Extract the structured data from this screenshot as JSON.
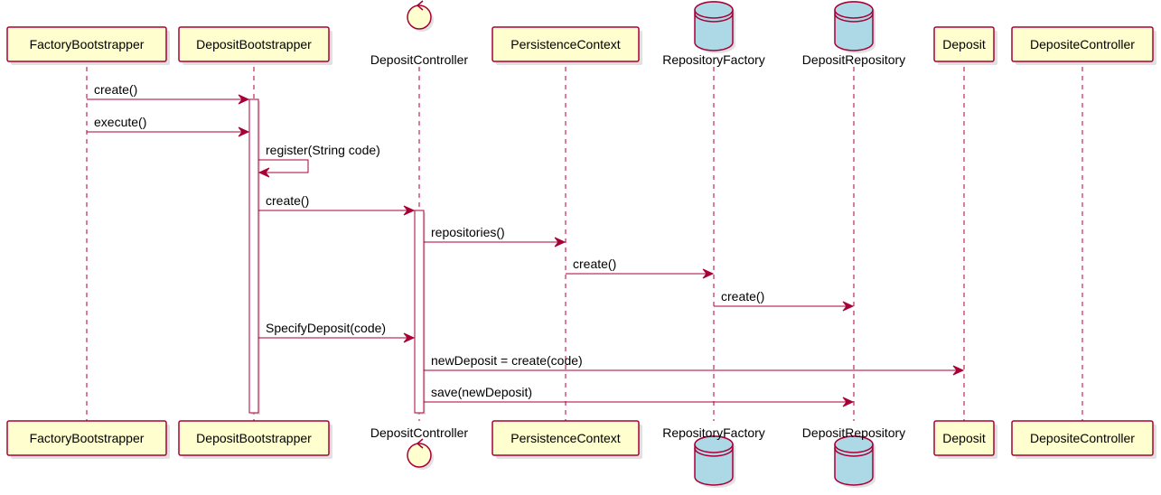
{
  "diagram": {
    "type": "sequence",
    "colors": {
      "participant_fill": "#FEFECE",
      "border": "#A80036",
      "database_fill": "#ADD8E6",
      "text": "#000000"
    },
    "participants": [
      {
        "id": "p0",
        "label": "FactoryBootstrapper",
        "kind": "participant"
      },
      {
        "id": "p1",
        "label": "DepositBootstrapper",
        "kind": "participant"
      },
      {
        "id": "p2",
        "label": "DepositController",
        "kind": "control"
      },
      {
        "id": "p3",
        "label": "PersistenceContext",
        "kind": "participant"
      },
      {
        "id": "p4",
        "label": "RepositoryFactory",
        "kind": "database"
      },
      {
        "id": "p5",
        "label": "DepositRepository",
        "kind": "database"
      },
      {
        "id": "p6",
        "label": "Deposit",
        "kind": "participant"
      },
      {
        "id": "p7",
        "label": "DepositeController",
        "kind": "participant"
      }
    ],
    "messages": [
      {
        "from": "p0",
        "to": "p1",
        "label": "create()"
      },
      {
        "from": "p0",
        "to": "p1",
        "label": "execute()"
      },
      {
        "from": "p1",
        "to": "p1",
        "label": "register(String code)"
      },
      {
        "from": "p1",
        "to": "p2",
        "label": "create()"
      },
      {
        "from": "p2",
        "to": "p3",
        "label": "repositories()"
      },
      {
        "from": "p3",
        "to": "p4",
        "label": "create()"
      },
      {
        "from": "p4",
        "to": "p5",
        "label": "create()"
      },
      {
        "from": "p1",
        "to": "p2",
        "label": "SpecifyDeposit(code)"
      },
      {
        "from": "p2",
        "to": "p6",
        "label": "newDeposit = create(code)"
      },
      {
        "from": "p2",
        "to": "p5",
        "label": "save(newDeposit)"
      }
    ],
    "activations": [
      {
        "participant": "p1",
        "from_message": 0
      },
      {
        "participant": "p2",
        "from_message": 3
      }
    ]
  }
}
